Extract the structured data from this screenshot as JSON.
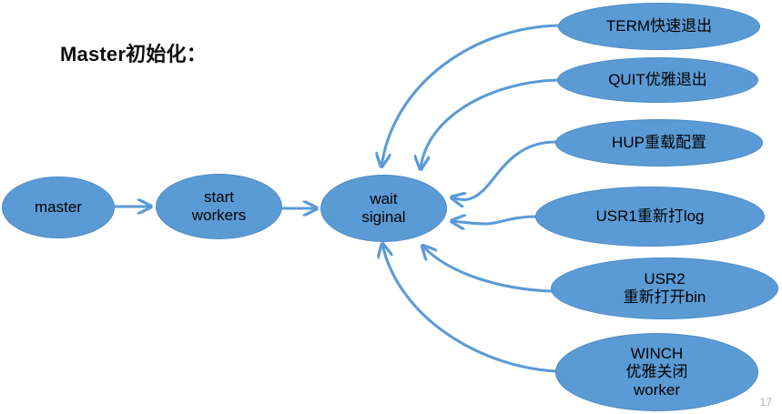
{
  "slide": {
    "title": "Master初始化：",
    "page_number": "17",
    "colors": {
      "node_fill": "#5b9bd5",
      "node_stroke": "#4a8ac4",
      "edge": "#5b9bd5",
      "title_text": "#0d0d0d",
      "node_text": "#000000",
      "page_number_text": "#b3b3b3",
      "background": "#ffffff"
    }
  },
  "flow": {
    "left_nodes": [
      {
        "id": "master",
        "label": "master"
      },
      {
        "id": "start-workers",
        "label": "start\nworkers"
      },
      {
        "id": "wait-signal",
        "label": "wait\nsiginal"
      }
    ],
    "signal_nodes": [
      {
        "id": "term",
        "label": "TERM快速退出"
      },
      {
        "id": "quit",
        "label": "QUIT优雅退出"
      },
      {
        "id": "hup",
        "label": "HUP重载配置"
      },
      {
        "id": "usr1",
        "label": "USR1重新打log"
      },
      {
        "id": "usr2",
        "label": "USR2\n重新打开bin"
      },
      {
        "id": "winch",
        "label": "WINCH\n优雅关闭\nworker"
      }
    ],
    "edges": [
      {
        "from": "master",
        "to": "start-workers",
        "style": "straight-arrow"
      },
      {
        "from": "start-workers",
        "to": "wait-signal",
        "style": "straight-arrow"
      },
      {
        "from": "term",
        "to": "wait-signal",
        "style": "curved-arrow"
      },
      {
        "from": "quit",
        "to": "wait-signal",
        "style": "curved-arrow"
      },
      {
        "from": "hup",
        "to": "wait-signal",
        "style": "curved-arrow"
      },
      {
        "from": "usr1",
        "to": "wait-signal",
        "style": "curved-arrow"
      },
      {
        "from": "usr2",
        "to": "wait-signal",
        "style": "curved-arrow"
      },
      {
        "from": "winch",
        "to": "wait-signal",
        "style": "curved-arrow"
      }
    ]
  }
}
